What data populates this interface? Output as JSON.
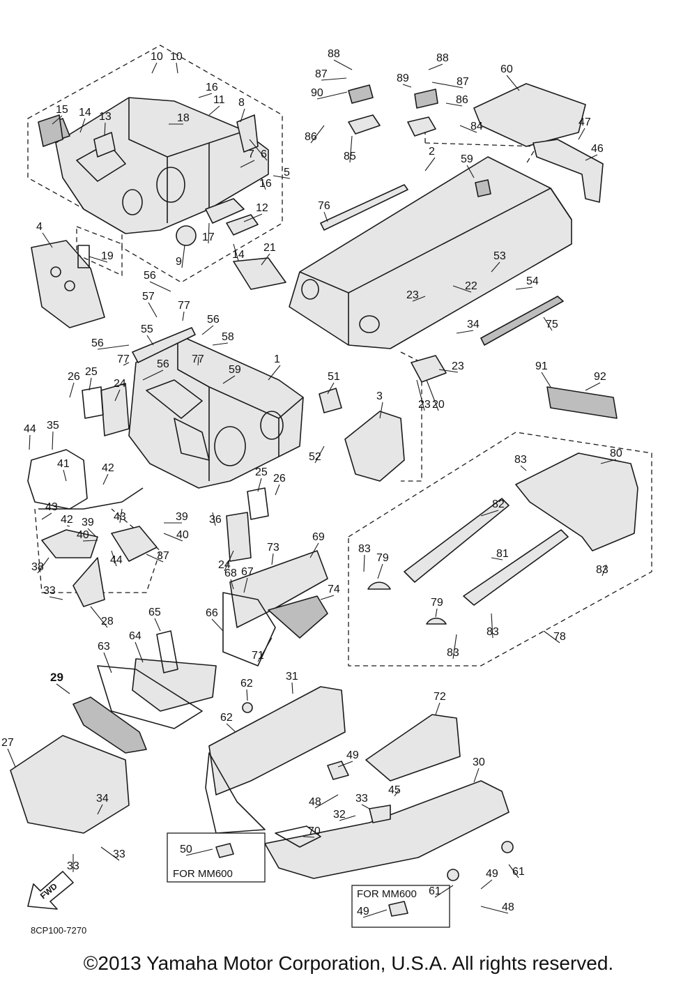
{
  "diagram": {
    "code": "8CP100-7270",
    "copyright": "©2013 Yamaha Motor Corporation, U.S.A. All rights reserved.",
    "fwd_label": "FWD",
    "notes": [
      {
        "text": "FOR MM600"
      },
      {
        "text": "FOR MM600"
      }
    ],
    "callouts": [
      {
        "label": "1"
      },
      {
        "label": "2"
      },
      {
        "label": "3"
      },
      {
        "label": "4"
      },
      {
        "label": "5"
      },
      {
        "label": "6"
      },
      {
        "label": "7"
      },
      {
        "label": "8"
      },
      {
        "label": "9"
      },
      {
        "label": "10"
      },
      {
        "label": "10"
      },
      {
        "label": "11"
      },
      {
        "label": "12"
      },
      {
        "label": "13"
      },
      {
        "label": "14"
      },
      {
        "label": "14"
      },
      {
        "label": "15"
      },
      {
        "label": "16"
      },
      {
        "label": "16"
      },
      {
        "label": "17"
      },
      {
        "label": "18"
      },
      {
        "label": "19"
      },
      {
        "label": "20"
      },
      {
        "label": "21"
      },
      {
        "label": "22"
      },
      {
        "label": "23"
      },
      {
        "label": "23"
      },
      {
        "label": "23"
      },
      {
        "label": "24"
      },
      {
        "label": "24"
      },
      {
        "label": "25"
      },
      {
        "label": "25"
      },
      {
        "label": "26"
      },
      {
        "label": "26"
      },
      {
        "label": "27"
      },
      {
        "label": "28"
      },
      {
        "label": "29"
      },
      {
        "label": "30"
      },
      {
        "label": "31"
      },
      {
        "label": "32"
      },
      {
        "label": "33"
      },
      {
        "label": "33"
      },
      {
        "label": "33"
      },
      {
        "label": "33"
      },
      {
        "label": "34"
      },
      {
        "label": "34"
      },
      {
        "label": "35"
      },
      {
        "label": "36"
      },
      {
        "label": "37"
      },
      {
        "label": "38"
      },
      {
        "label": "39"
      },
      {
        "label": "39"
      },
      {
        "label": "40"
      },
      {
        "label": "40"
      },
      {
        "label": "41"
      },
      {
        "label": "42"
      },
      {
        "label": "42"
      },
      {
        "label": "43"
      },
      {
        "label": "43"
      },
      {
        "label": "44"
      },
      {
        "label": "44"
      },
      {
        "label": "45"
      },
      {
        "label": "46"
      },
      {
        "label": "47"
      },
      {
        "label": "48"
      },
      {
        "label": "48"
      },
      {
        "label": "49"
      },
      {
        "label": "49"
      },
      {
        "label": "49"
      },
      {
        "label": "50"
      },
      {
        "label": "51"
      },
      {
        "label": "52"
      },
      {
        "label": "53"
      },
      {
        "label": "54"
      },
      {
        "label": "55"
      },
      {
        "label": "56"
      },
      {
        "label": "56"
      },
      {
        "label": "56"
      },
      {
        "label": "56"
      },
      {
        "label": "57"
      },
      {
        "label": "58"
      },
      {
        "label": "59"
      },
      {
        "label": "59"
      },
      {
        "label": "60"
      },
      {
        "label": "61"
      },
      {
        "label": "61"
      },
      {
        "label": "62"
      },
      {
        "label": "62"
      },
      {
        "label": "63"
      },
      {
        "label": "64"
      },
      {
        "label": "65"
      },
      {
        "label": "66"
      },
      {
        "label": "67"
      },
      {
        "label": "68"
      },
      {
        "label": "69"
      },
      {
        "label": "70"
      },
      {
        "label": "71"
      },
      {
        "label": "72"
      },
      {
        "label": "73"
      },
      {
        "label": "74"
      },
      {
        "label": "75"
      },
      {
        "label": "76"
      },
      {
        "label": "77"
      },
      {
        "label": "77"
      },
      {
        "label": "77"
      },
      {
        "label": "78"
      },
      {
        "label": "79"
      },
      {
        "label": "79"
      },
      {
        "label": "80"
      },
      {
        "label": "81"
      },
      {
        "label": "82"
      },
      {
        "label": "83"
      },
      {
        "label": "83"
      },
      {
        "label": "83"
      },
      {
        "label": "83"
      },
      {
        "label": "83"
      },
      {
        "label": "84"
      },
      {
        "label": "85"
      },
      {
        "label": "86"
      },
      {
        "label": "86"
      },
      {
        "label": "87"
      },
      {
        "label": "87"
      },
      {
        "label": "88"
      },
      {
        "label": "88"
      },
      {
        "label": "89"
      },
      {
        "label": "90"
      },
      {
        "label": "91"
      },
      {
        "label": "92"
      }
    ]
  }
}
